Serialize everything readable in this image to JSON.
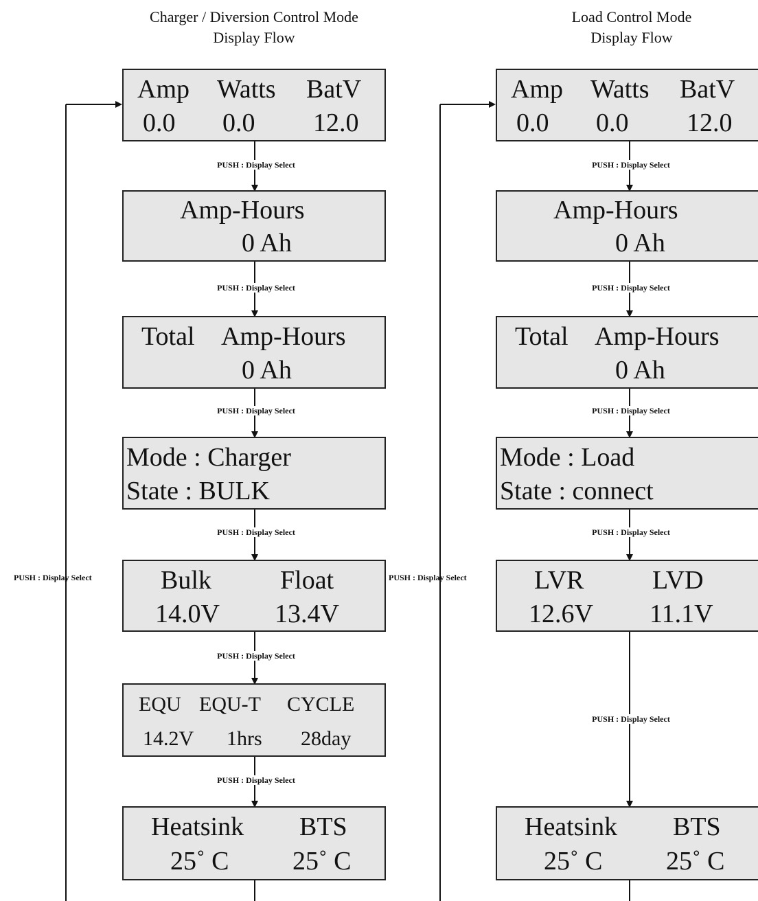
{
  "left_column": {
    "title_line1": "Charger / Diversion Control Mode",
    "title_line2": "Display Flow",
    "loop_label": "PUSH : Display Select",
    "screens": [
      {
        "row1": [
          "Amp",
          "Watts",
          "BatV"
        ],
        "row2": [
          "0.0",
          "0.0",
          "12.0"
        ]
      },
      {
        "row1": [
          "Amp-Hours"
        ],
        "row2": [
          "0 Ah"
        ]
      },
      {
        "row1": [
          "Total",
          "Amp-Hours"
        ],
        "row2": [
          "0 Ah"
        ]
      },
      {
        "row1": [
          "Mode : Charger"
        ],
        "row2": [
          "State : BULK"
        ]
      },
      {
        "row1": [
          "Bulk",
          "Float"
        ],
        "row2": [
          "14.0V",
          "13.4V"
        ]
      },
      {
        "row1": [
          "EQU",
          "EQU-T",
          "CYCLE"
        ],
        "row2": [
          "14.2V",
          "1hrs",
          "28day"
        ]
      },
      {
        "row1": [
          "Heatsink",
          "BTS"
        ],
        "row2": [
          "25˚ C",
          "25˚ C"
        ]
      }
    ],
    "push_labels": [
      "PUSH : Display Select",
      "PUSH : Display Select",
      "PUSH : Display Select",
      "PUSH : Display Select",
      "PUSH : Display Select",
      "PUSH : Display Select"
    ]
  },
  "right_column": {
    "title_line1": "Load Control Mode",
    "title_line2": "Display Flow",
    "loop_label": "PUSH : Display Select",
    "screens": [
      {
        "row1": [
          "Amp",
          "Watts",
          "BatV"
        ],
        "row2": [
          "0.0",
          "0.0",
          "12.0"
        ]
      },
      {
        "row1": [
          "Amp-Hours"
        ],
        "row2": [
          "0 Ah"
        ]
      },
      {
        "row1": [
          "Total",
          "Amp-Hours"
        ],
        "row2": [
          "0 Ah"
        ]
      },
      {
        "row1": [
          "Mode : Load"
        ],
        "row2": [
          "State : connect"
        ]
      },
      {
        "row1": [
          "LVR",
          "LVD"
        ],
        "row2": [
          "12.6V",
          "11.1V"
        ]
      },
      {
        "row1": [
          "Heatsink",
          "BTS"
        ],
        "row2": [
          "25˚ C",
          "25˚ C"
        ]
      }
    ],
    "push_labels": [
      "PUSH : Display Select",
      "PUSH : Display Select",
      "PUSH : Display Select",
      "PUSH : Display Select",
      "PUSH : Display Select"
    ]
  }
}
